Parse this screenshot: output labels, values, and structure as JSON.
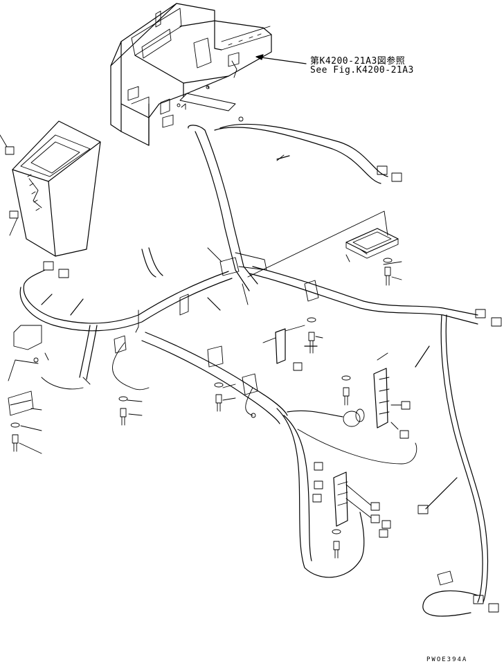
{
  "reference": {
    "jp": "第K4200-21A3図参照",
    "en": "See Fig.K4200-21A3"
  },
  "drawing_code": "PWOE394A"
}
